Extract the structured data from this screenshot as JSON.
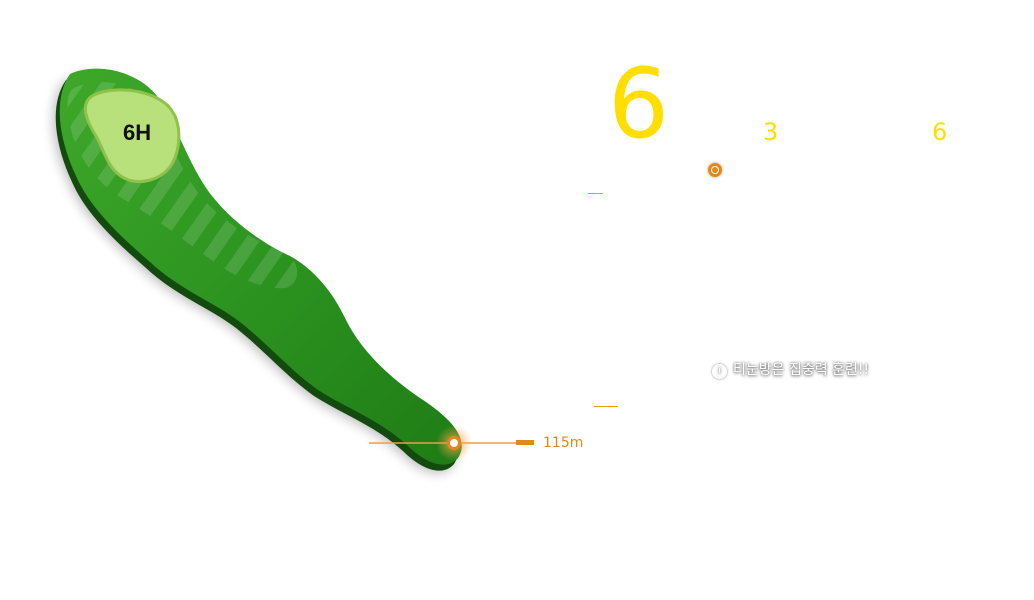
{
  "hole": {
    "map_label": "6H",
    "number": "6",
    "par": "3",
    "handicap": "6"
  },
  "shot": {
    "distance": "115m"
  },
  "tip": {
    "icon": "info-icon",
    "text": "티눈방은 집중력 훈련!!"
  },
  "colors": {
    "accent_yellow": "#ffde00",
    "marker_orange": "#e8861a",
    "fairway_green": "#2f9a1c",
    "green_light": "#b7e07a"
  }
}
